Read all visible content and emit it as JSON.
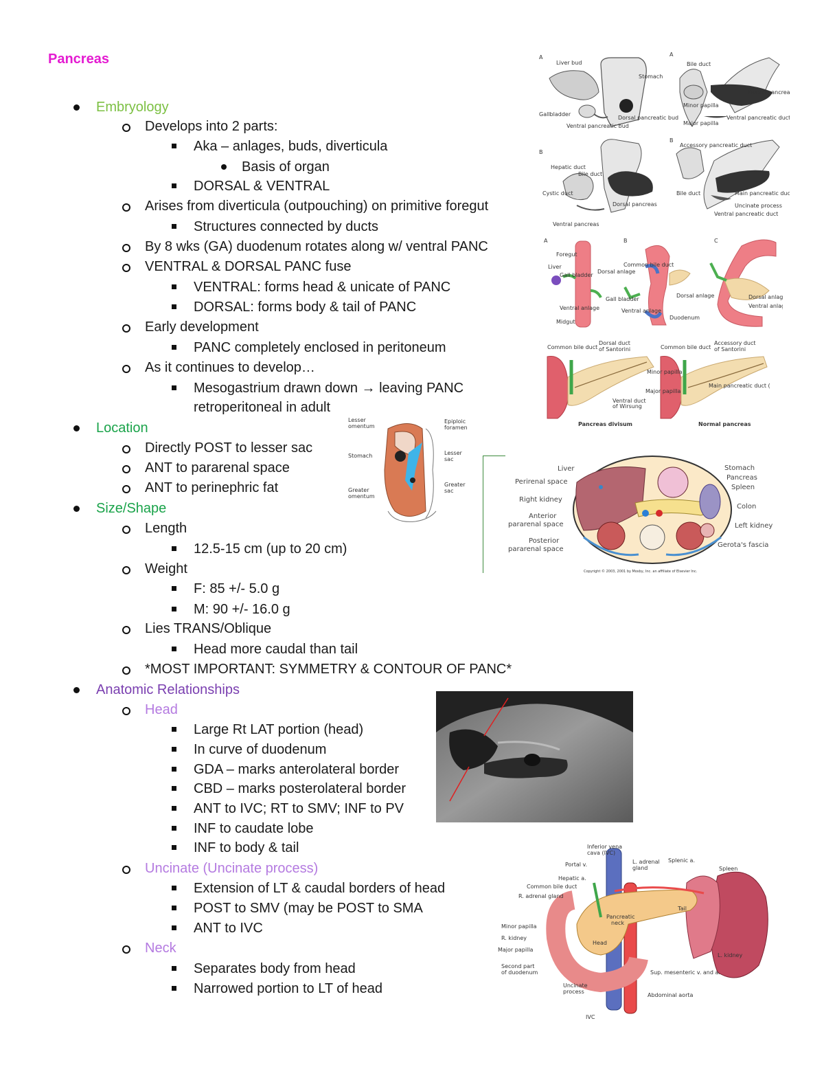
{
  "colors": {
    "title": "#e41bd1",
    "embryology": "#7cc043",
    "location": "#1aa34a",
    "anatomic": "#7a3fb0",
    "subhead": "#b47ae0"
  },
  "title": "Pancreas",
  "lines": [
    {
      "id": "l1",
      "text": "Embryology"
    },
    {
      "id": "l2",
      "text": "Develops into 2 parts:"
    },
    {
      "id": "l3",
      "text": "Aka – anlages, buds, diverticula"
    },
    {
      "id": "l4",
      "text": "Basis of organ"
    },
    {
      "id": "l5",
      "text": "DORSAL & VENTRAL"
    },
    {
      "id": "l6",
      "text": "Arises from diverticula (outpouching) on primitive foregut"
    },
    {
      "id": "l7",
      "text": "Structures connected by ducts"
    },
    {
      "id": "l8",
      "text": "By 8 wks (GA) duodenum rotates along w/ ventral PANC"
    },
    {
      "id": "l9",
      "text": "VENTRAL & DORSAL PANC fuse"
    },
    {
      "id": "l10",
      "text": "VENTRAL: forms head & unicate of PANC"
    },
    {
      "id": "l11",
      "text": "DORSAL: forms body & tail of PANC"
    },
    {
      "id": "l12",
      "text": "Early development"
    },
    {
      "id": "l13",
      "text": "PANC completely enclosed in peritoneum"
    },
    {
      "id": "l14",
      "text": "As it continues to develop…"
    },
    {
      "id": "l15",
      "text": "Mesogastrium drawn down → leaving PANC"
    },
    {
      "id": "l16",
      "text": "retroperitoneal in adult"
    },
    {
      "id": "l17",
      "text": "Location"
    },
    {
      "id": "l18",
      "text": "Directly POST to lesser sac"
    },
    {
      "id": "l19",
      "text": "ANT to pararenal space"
    },
    {
      "id": "l20",
      "text": "ANT to perinephric fat"
    },
    {
      "id": "l21",
      "text": "Size/Shape"
    },
    {
      "id": "l22",
      "text": "Length"
    },
    {
      "id": "l23",
      "text": "12.5-15 cm (up to 20 cm)"
    },
    {
      "id": "l24",
      "text": "Weight"
    },
    {
      "id": "l25",
      "text": "F: 85 +/- 5.0 g"
    },
    {
      "id": "l26",
      "text": "M: 90 +/- 16.0 g"
    },
    {
      "id": "l27",
      "text": "Lies TRANS/Oblique"
    },
    {
      "id": "l28",
      "text": "Head more caudal than tail"
    },
    {
      "id": "l29",
      "text": "*MOST IMPORTANT: SYMMETRY & CONTOUR OF PANC*"
    },
    {
      "id": "l30",
      "text": "Anatomic Relationships"
    },
    {
      "id": "l31",
      "text": "Head"
    },
    {
      "id": "l32",
      "text": "Large Rt LAT portion (head)"
    },
    {
      "id": "l33",
      "text": "In curve of duodenum"
    },
    {
      "id": "l34",
      "text": "GDA – marks anterolateral border"
    },
    {
      "id": "l35",
      "text": "CBD – marks posterolateral border"
    },
    {
      "id": "l36",
      "text": "ANT to IVC; RT to SMV; INF to PV"
    },
    {
      "id": "l37",
      "text": "INF to caudate lobe"
    },
    {
      "id": "l38",
      "text": "INF to body & tail"
    },
    {
      "id": "l39",
      "text": "Uncinate (Uncinate process)"
    },
    {
      "id": "l40",
      "text": "Extension of LT & caudal borders of head"
    },
    {
      "id": "l41",
      "text": "POST to SMV (may be POST to SMA"
    },
    {
      "id": "l42",
      "text": "ANT to IVC"
    },
    {
      "id": "l43",
      "text": "Neck"
    },
    {
      "id": "l44",
      "text": "Separates body from head"
    },
    {
      "id": "l45",
      "text": "Narrowed portion to LT of head"
    }
  ],
  "figures": {
    "embryo_top": {
      "labels": [
        "A",
        "Liver bud",
        "Stomach",
        "Gallbladder",
        "Dorsal pancreatic bud",
        "Ventral pancreatic bud",
        "A",
        "Bile duct",
        "Dorsal pancreatic duct",
        "Minor papilla",
        "Major papilla",
        "Ventral pancreatic duct",
        "B",
        "Hepatic duct",
        "Bile duct",
        "Cystic duct",
        "Dorsal pancreas",
        "Ventral pancreas",
        "B",
        "Accessory pancreatic duct",
        "Bile duct",
        "Main pancreatic duct",
        "Uncinate process",
        "Ventral pancreatic duct"
      ]
    },
    "rotation": {
      "labels": [
        "A",
        "Foregut",
        "Liver",
        "Gall bladder",
        "Ventral anlage",
        "Midgut",
        "Dorsal anlage",
        "B",
        "Common bile duct",
        "Gall bladder",
        "Ventral anlage",
        "Dorsal anlage",
        "Duodenum",
        "C",
        "Dorsal anlage",
        "Ventral anlage"
      ]
    },
    "divisum": {
      "labels": [
        "Common bile duct",
        "Dorsal duct of Santorini",
        "Ventral duct of Wirsung",
        "Pancreas divisum",
        "Common bile duct",
        "Accessory duct of Santorini",
        "Minor papilla",
        "Major papilla",
        "Main pancreatic duct (Wirsung)",
        "Normal pancreas"
      ]
    },
    "sagittal": {
      "labels": [
        "Lesser omentum",
        "Epiploic foramen",
        "Stomach",
        "Lesser sac",
        "Greater sac",
        "Greater omentum"
      ]
    },
    "axial": {
      "labels": [
        "Liver",
        "Perirenal space",
        "Right kidney",
        "Anterior pararenal space",
        "Posterior pararenal space",
        "Stomach",
        "Pancreas",
        "Spleen",
        "Colon",
        "Left kidney",
        "Gerota's fascia",
        "Copyright © 2003, 2001 by Mosby, Inc. an affiliate of Elsevier Inc."
      ]
    },
    "anatomy": {
      "labels": [
        "Inferior vena cava (IVC)",
        "Portal v.",
        "Hepatic a.",
        "Common bile duct",
        "R. adrenal gland",
        "L. adrenal gland",
        "Splenic a.",
        "Spleen",
        "Tail",
        "Pancreatic neck",
        "Minor papilla",
        "R. kidney",
        "Major papilla",
        "Second part of duodenum",
        "Head",
        "Uncinate process",
        "IVC",
        "L. kidney",
        "Sup. mesenteric v. and a.",
        "Abdominal aorta"
      ]
    }
  }
}
